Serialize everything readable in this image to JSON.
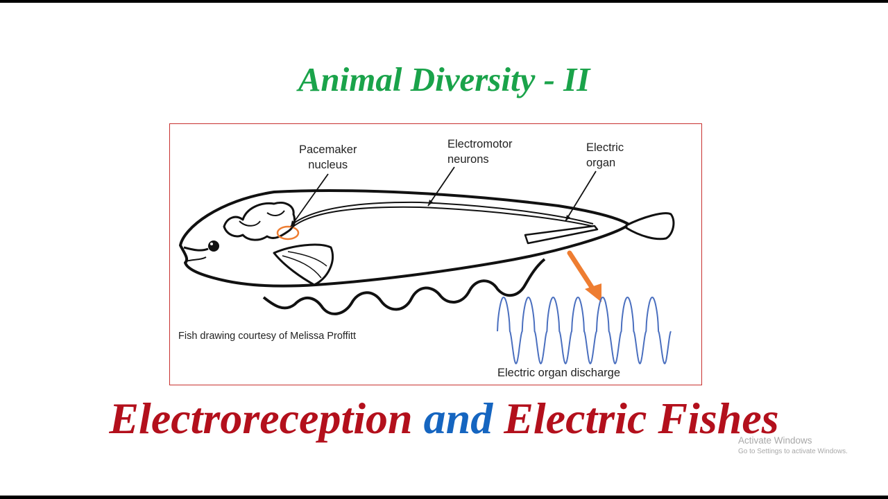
{
  "slide": {
    "title": "Animal Diversity - II",
    "figure": {
      "labels": {
        "pacemaker_line1": "Pacemaker",
        "pacemaker_line2": "nucleus",
        "electromotor_line1": "Electromotor",
        "electromotor_line2": "neurons",
        "electric_organ_line1": "Electric",
        "electric_organ_line2": "organ",
        "discharge": "Electric organ discharge"
      },
      "credit": "Fish drawing courtesy of Melissa Proffitt",
      "colors": {
        "frame": "#c8302f",
        "arrow": "#ee7d31",
        "waveform": "#4a6fbf",
        "highlight": "#ee7d31"
      }
    },
    "subtitle": {
      "part1": "Electroreception",
      "part2": "and",
      "part3": "Electric Fishes"
    },
    "colors": {
      "title": "#1aa34a",
      "subtitle": "#b3101c",
      "subtitle_accent": "#1565c0"
    }
  },
  "watermark": {
    "line1": "Activate Windows",
    "line2": "Go to Settings to activate Windows."
  }
}
